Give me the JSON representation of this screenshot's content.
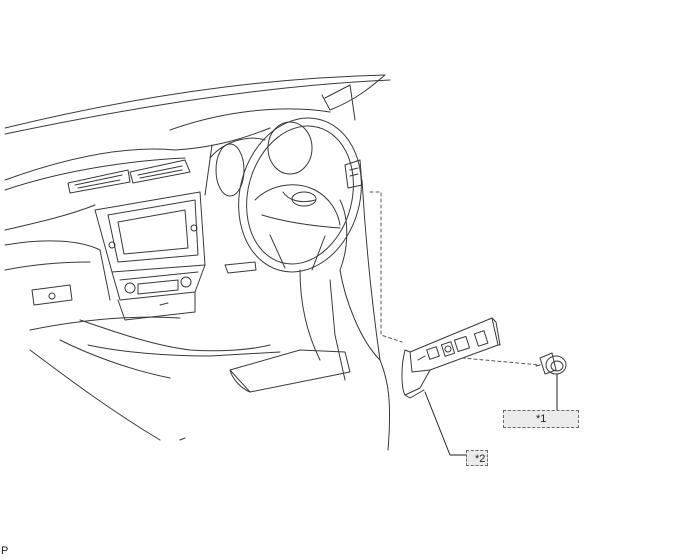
{
  "callouts": {
    "part_1": "*1",
    "part_2": "*2"
  },
  "page_letter": "P"
}
